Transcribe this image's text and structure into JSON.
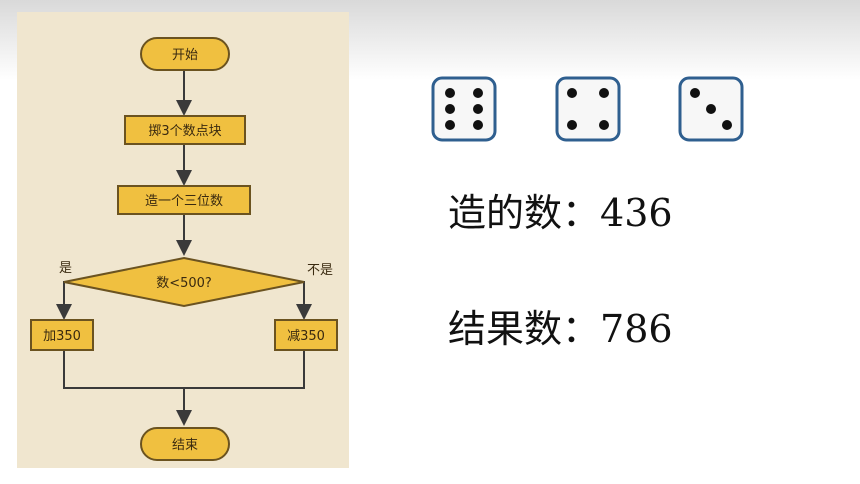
{
  "flowchart": {
    "start": "开始",
    "roll": "掷3个数点块",
    "make": "造一个三位数",
    "decision": "数<500?",
    "yes": "是",
    "no": "不是",
    "add": "加350",
    "subtract": "减350",
    "end": "结束",
    "colors": {
      "box_fill": "#f0c040",
      "box_stroke": "#6b5320",
      "line": "#3a3a3a",
      "panel": "#f0e6cf"
    }
  },
  "dice": [
    {
      "value": 6,
      "icon": "die-six-icon"
    },
    {
      "value": 4,
      "icon": "die-four-icon"
    },
    {
      "value": 3,
      "icon": "die-three-icon"
    }
  ],
  "results": {
    "made_label": "造的数：",
    "made_value": "436",
    "result_label": "结果数：",
    "result_value": "786"
  }
}
